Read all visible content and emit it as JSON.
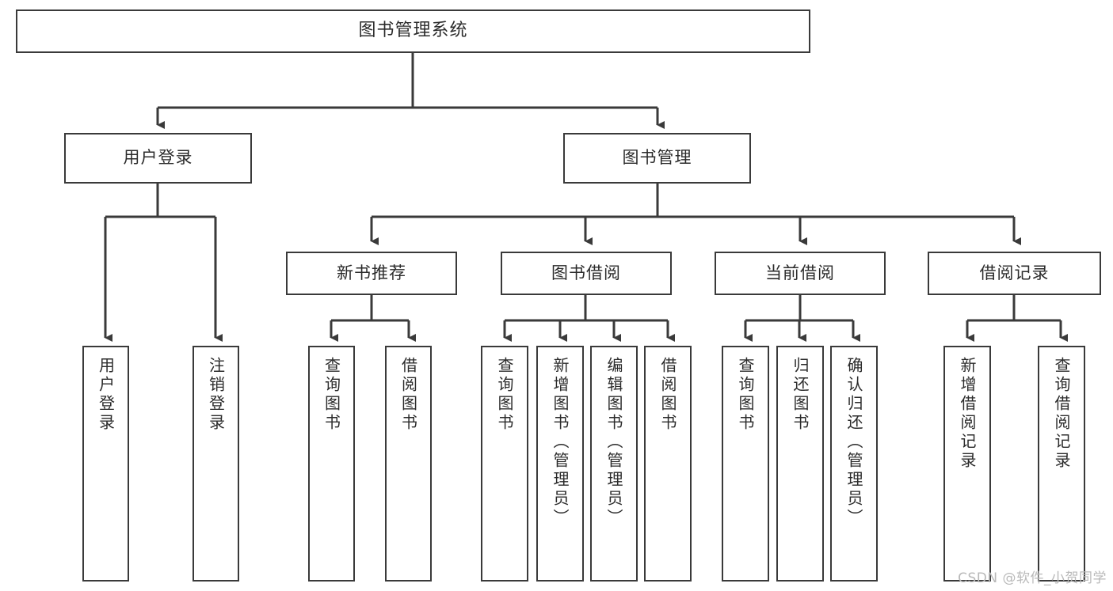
{
  "diagram": {
    "title": "图书管理系统",
    "watermark": "CSDN @软件_小贺同学",
    "line_color": "#3a3a3a",
    "box_fill": "#ffffff",
    "text_color": "#2b2b2b",
    "watermark_color": "#b9b9b9"
  },
  "root": {
    "label": "图书管理系统"
  },
  "level1": [
    {
      "label": "用户登录"
    },
    {
      "label": "图书管理"
    }
  ],
  "level2": [
    {
      "label": "新书推荐"
    },
    {
      "label": "图书借阅"
    },
    {
      "label": "当前借阅"
    },
    {
      "label": "借阅记录"
    }
  ],
  "leaves": {
    "user_login": [
      {
        "label": "用户登录"
      },
      {
        "label": "注销登录"
      }
    ],
    "new_book": [
      {
        "label": "查询图书"
      },
      {
        "label": "借阅图书"
      }
    ],
    "book_borrow": [
      {
        "label": "查询图书"
      },
      {
        "label": "新增图书（管理员）"
      },
      {
        "label": "编辑图书（管理员）"
      },
      {
        "label": "借阅图书"
      }
    ],
    "current_borrow": [
      {
        "label": "查询图书"
      },
      {
        "label": "归还图书"
      },
      {
        "label": "确认归还（管理员）"
      }
    ],
    "borrow_record": [
      {
        "label": "新增借阅记录"
      },
      {
        "label": "查询借阅记录"
      }
    ]
  }
}
